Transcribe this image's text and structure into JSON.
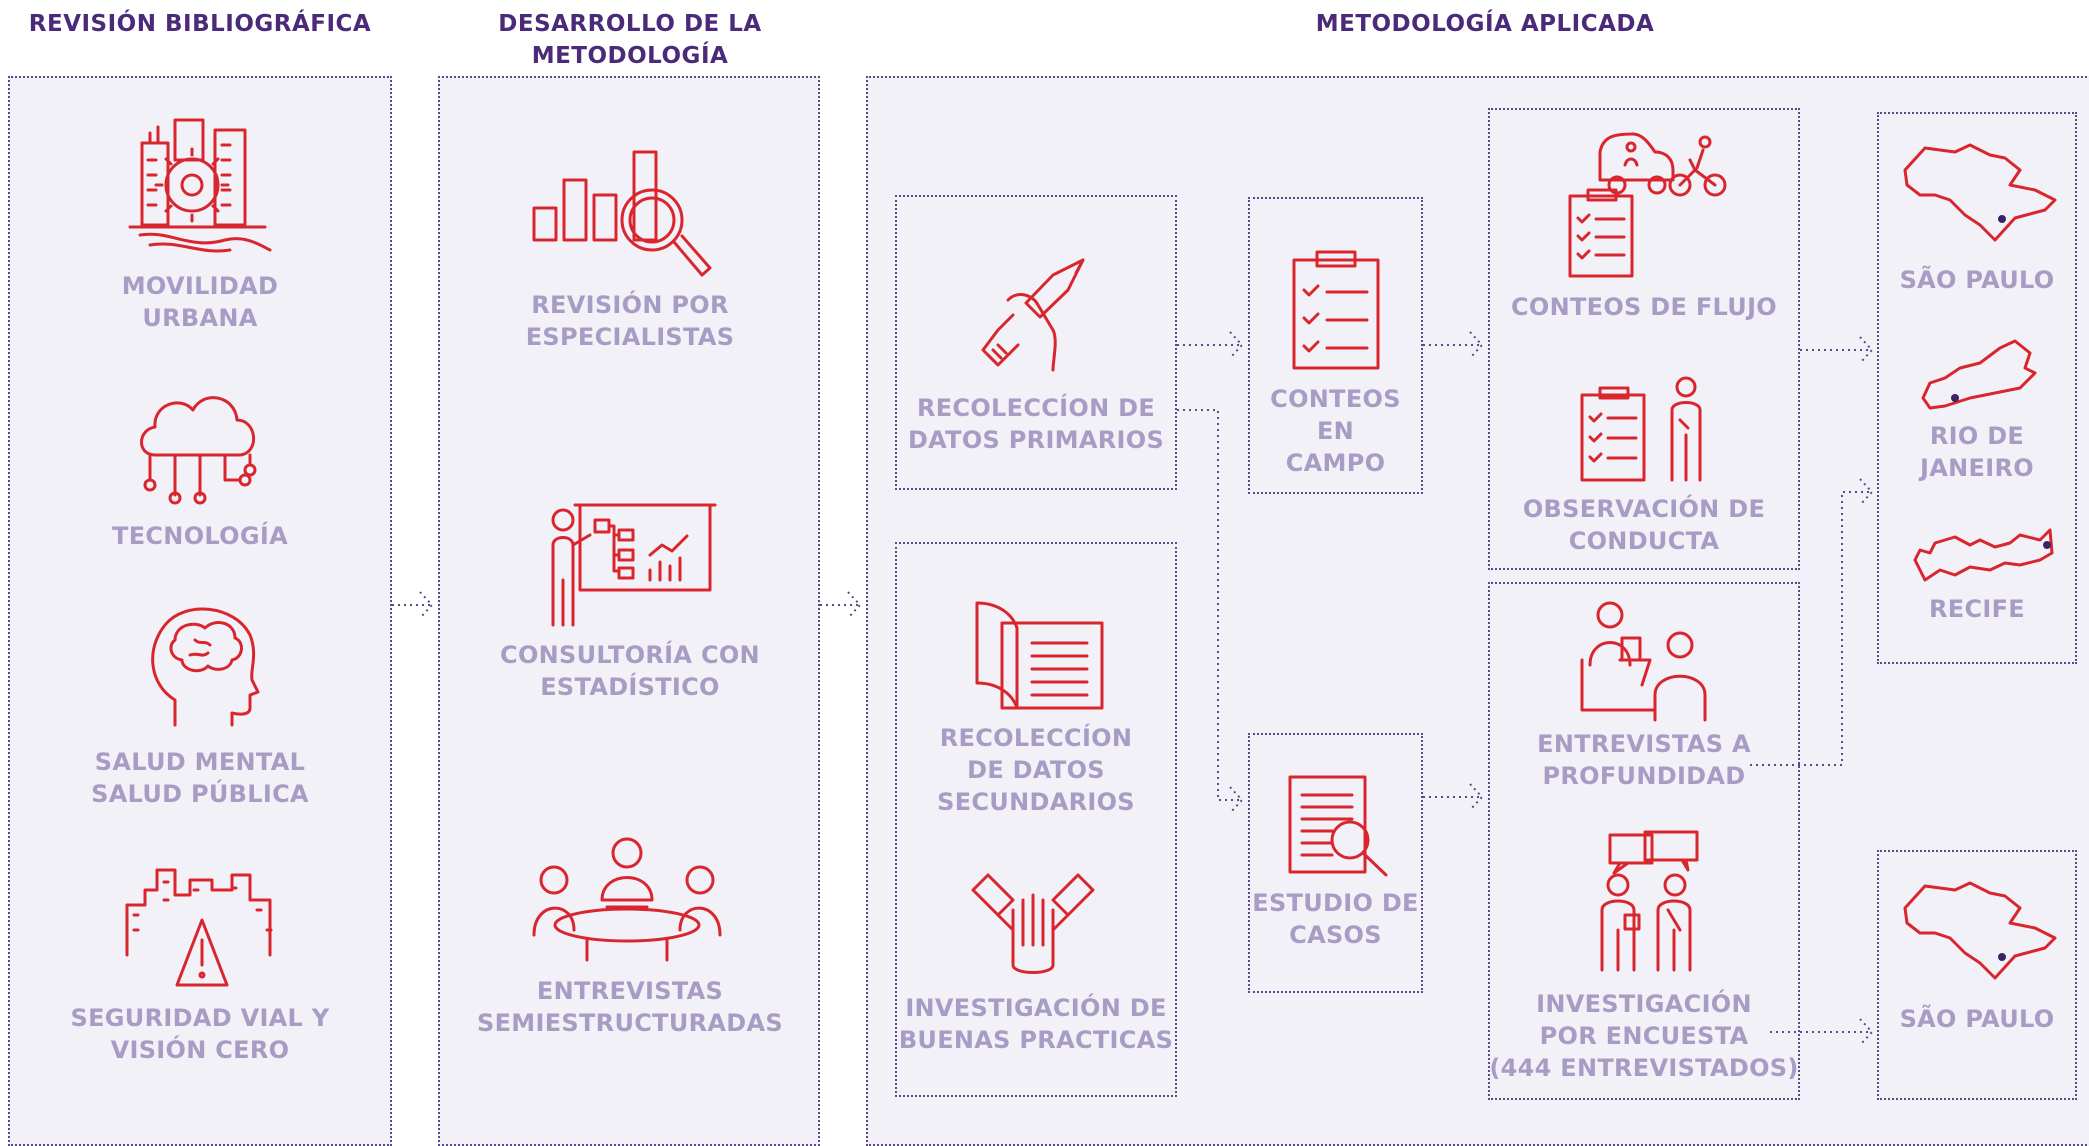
{
  "headers": {
    "col1": "REVISIÓN BIBLIOGRÁFICA",
    "col2": [
      "DESARROLLO DE LA",
      "METODOLOGÍA"
    ],
    "col3": "METODOLOGÍA APLICADA"
  },
  "col1_items": [
    {
      "icon": "city-gear-icon",
      "lines": [
        "MOVILIDAD",
        "URBANA"
      ]
    },
    {
      "icon": "cloud-network-icon",
      "lines": [
        "TECNOLOGÍA"
      ]
    },
    {
      "icon": "brain-head-icon",
      "lines": [
        "SALUD MENTAL",
        "SALUD PÚBLICA"
      ]
    },
    {
      "icon": "warning-city-icon",
      "lines": [
        "SEGURIDAD VIAL Y",
        "VISIÓN CERO"
      ]
    }
  ],
  "col2_items": [
    {
      "icon": "bar-chart-magnifier-icon",
      "lines": [
        "REVISIÓN POR",
        "ESPECIALISTAS"
      ]
    },
    {
      "icon": "presentation-board-icon",
      "lines": [
        "CONSULTORÍA CON",
        "ESTADÍSTICO"
      ]
    },
    {
      "icon": "meeting-table-icon",
      "lines": [
        "ENTREVISTAS",
        "SEMIESTRUCTURADAS"
      ]
    }
  ],
  "applied": {
    "primarios": [
      "RECOLECCÍON DE",
      "DATOS PRIMARIOS"
    ],
    "secundarios": [
      "RECOLECCÍON",
      "DE DATOS",
      "SECUNDARIOS"
    ],
    "buenas": [
      "INVESTIGACIÓN DE",
      "BUENAS PRACTICAS"
    ],
    "conteos_campo": [
      "CONTEOS EN",
      "CAMPO"
    ],
    "estudio": [
      "ESTUDIO DE",
      "CASOS"
    ],
    "conteos_flujo": [
      "CONTEOS DE FLUJO"
    ],
    "observacion": [
      "OBSERVACIÓN DE",
      "CONDUCTA"
    ],
    "entrevistas": [
      "ENTREVISTAS A",
      "PROFUNDIDAD"
    ],
    "encuesta": [
      "INVESTIGACIÓN",
      "POR ENCUESTA",
      "(444 ENTREVISTADOS)"
    ]
  },
  "cities_top": [
    "SÃO PAULO",
    "RIO DE JANEIRO",
    "RECIFE"
  ],
  "cities_bottom": [
    "SÃO PAULO"
  ],
  "colors": {
    "header": "#4b2a7a",
    "label": "#a99cc4",
    "icon": "#d9262e",
    "border": "#5b4a86",
    "panel": "#f2f1f8"
  }
}
